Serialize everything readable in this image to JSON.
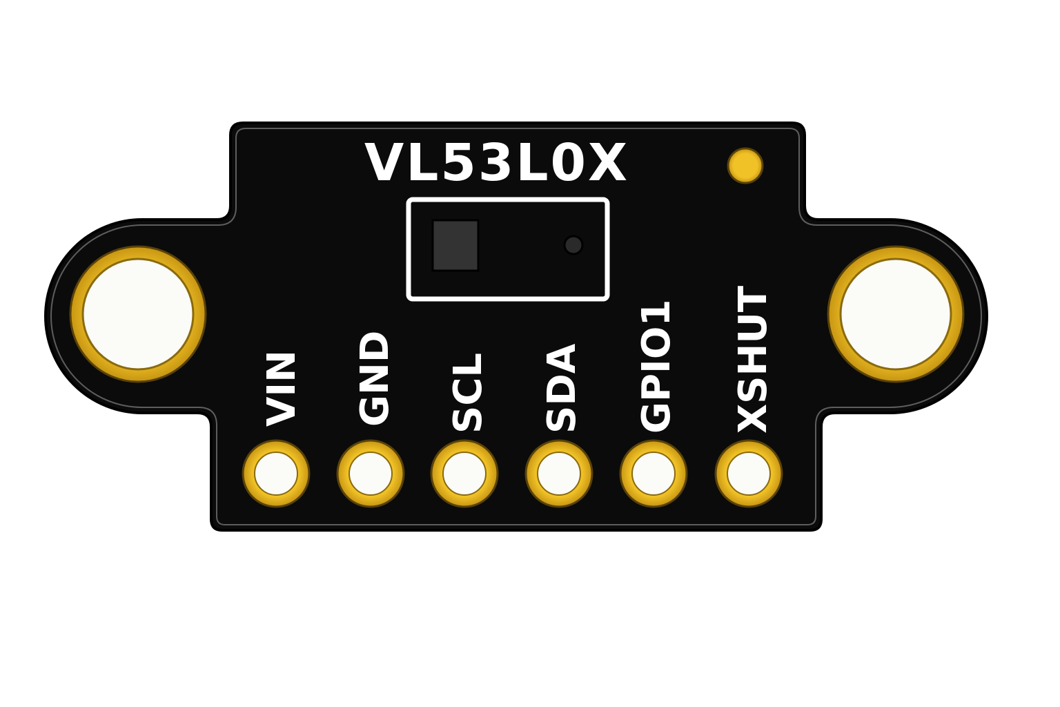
{
  "board": {
    "title": "VL53L0X",
    "pins": [
      {
        "label": "VIN"
      },
      {
        "label": "GND"
      },
      {
        "label": "SCL"
      },
      {
        "label": "SDA"
      },
      {
        "label": "GPIO1"
      },
      {
        "label": "XSHUT"
      }
    ]
  },
  "colors": {
    "pcb": "#0b0b0b",
    "pcb_edge": "#6b6b6b",
    "gold": "#e3b21c",
    "gold_dark": "#9a7410",
    "pad_hole": "#fbfbf8",
    "silkscreen": "#ffffff",
    "sensor_window": "#333333"
  },
  "icons": {
    "mounting_hole": "mounting-hole-icon",
    "pin_pad": "pin-pad-icon",
    "sensor": "sensor-chip-icon",
    "indicator": "indicator-dot-icon"
  }
}
